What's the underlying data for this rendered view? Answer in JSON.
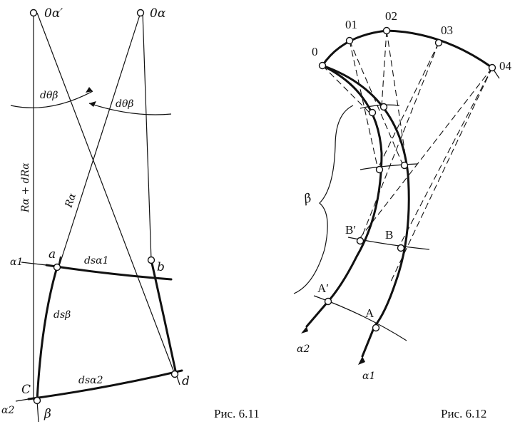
{
  "fig611": {
    "caption": "Рис. 6.11",
    "labels": {
      "O_alpha_prime": "0α′",
      "O_alpha": "0α",
      "d_theta_beta_left": "dθβ",
      "d_theta_beta_right": "dθβ",
      "R_alpha_plus_dR": "Rα + dRα",
      "R_alpha": "Rα",
      "alpha1": "α1",
      "alpha2": "α2",
      "a": "a",
      "b": "b",
      "c": "C",
      "d": "d",
      "beta": "β",
      "ds_alpha1": "dsα1",
      "ds_alpha2": "dsα2",
      "ds_beta": "dsβ"
    }
  },
  "fig612": {
    "caption": "Рис. 6.12",
    "labels": {
      "O": "0",
      "O1": "01",
      "O2": "02",
      "O3": "03",
      "O4": "04",
      "beta": "β",
      "B_prime": "B′",
      "B": "B",
      "A_prime": "A′",
      "A": "A",
      "alpha2": "α2",
      "alpha1": "α1"
    }
  }
}
